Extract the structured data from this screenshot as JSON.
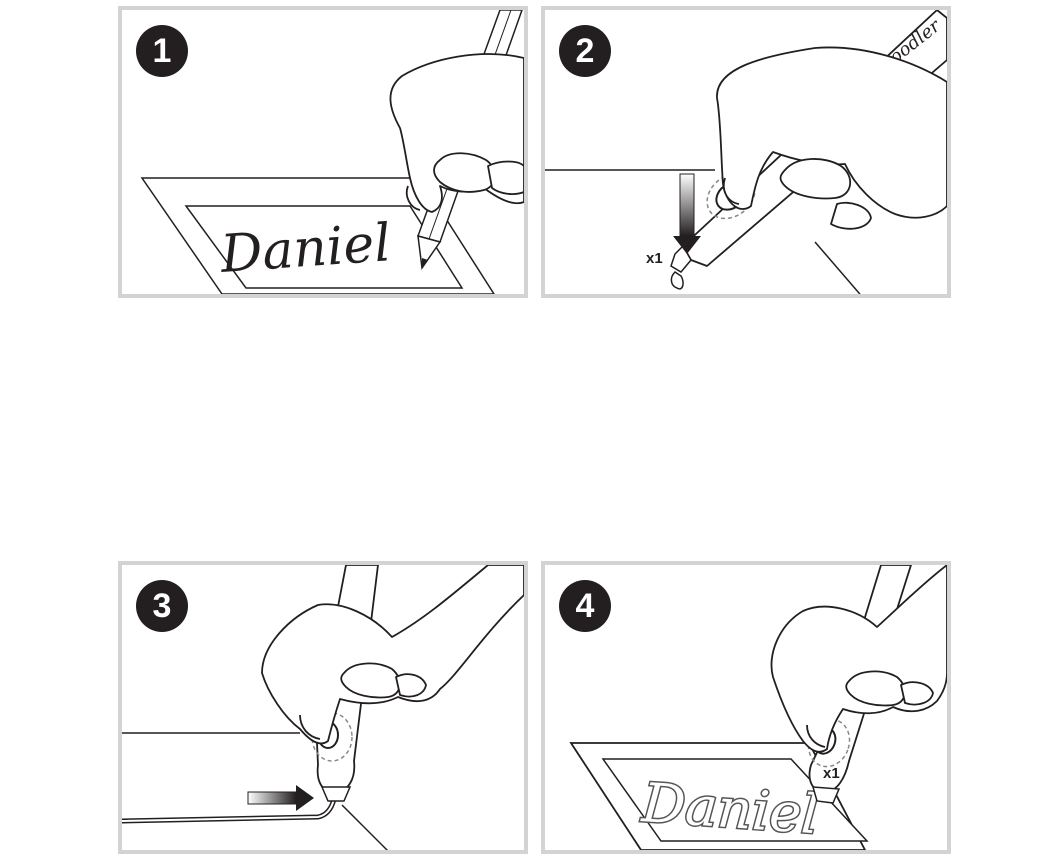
{
  "steps": [
    {
      "number": "1",
      "text": "Daniel"
    },
    {
      "number": "2",
      "press_count": "x1",
      "brand": "3Doodler"
    },
    {
      "number": "3"
    },
    {
      "number": "4",
      "text": "Daniel",
      "press_count": "x1"
    }
  ],
  "colors": {
    "badge": "#231f20",
    "border": "#d3d3d3",
    "line": "#231f20"
  },
  "icons": [
    "hand-icon",
    "pencil-icon",
    "3d-pen-icon",
    "arrow-down-icon",
    "arrow-right-icon"
  ]
}
